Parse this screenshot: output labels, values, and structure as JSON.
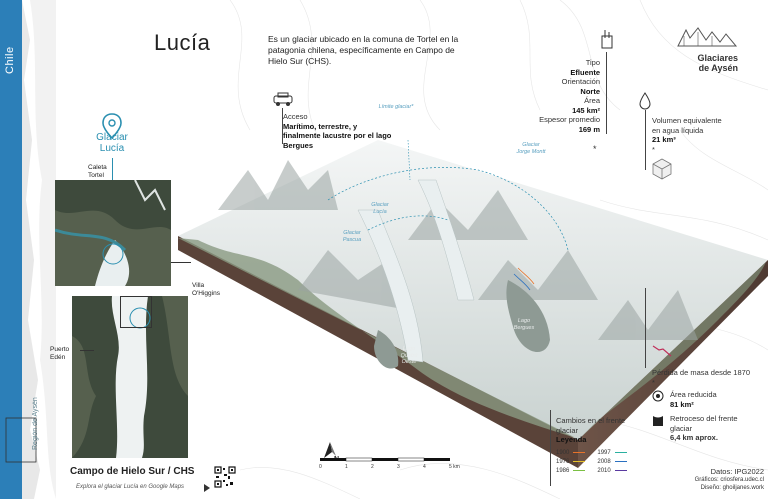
{
  "sidebar": {
    "country": "Chile",
    "region": "Región de Aysén"
  },
  "header": {
    "title": "Lucía",
    "description": "Es un glaciar ubicado en la comuna de Tortel en la patagonia chilena, específicamente en Campo de Hielo Sur (CHS)."
  },
  "access": {
    "label": "Acceso",
    "value": "Marítimo, terrestre, y finalmente lacustre por el lago Bergues"
  },
  "properties": [
    {
      "label": "Tipo",
      "value": "Efluente"
    },
    {
      "label": "Orientación",
      "value": "Norte"
    },
    {
      "label": "Área",
      "value": "145 km²"
    },
    {
      "label": "Espesor promedio",
      "value": "169 m"
    }
  ],
  "asterisk": "*",
  "logo": {
    "line1": "Glaciares",
    "line2": "de Aysén"
  },
  "volume": {
    "label": "Volumen equivalente en agua líquida",
    "value": "21 km³",
    "asterisk": "*"
  },
  "mass_loss": {
    "label": "Pérdida de masa desde 1870",
    "asterisk": "*"
  },
  "area_reduced": {
    "label": "Área reducida",
    "value": "81 km²"
  },
  "retreat": {
    "label": "Retroceso del frente glaciar",
    "value": "6,4 km aprox."
  },
  "changes": {
    "label": "Cambios en el frente glaciar",
    "legend_title": "Leyenda",
    "years": [
      {
        "year": "1900",
        "color": "#e8732a"
      },
      {
        "year": "1976",
        "color": "#e8c22a"
      },
      {
        "year": "1986",
        "color": "#7bc043"
      },
      {
        "year": "1997",
        "color": "#2ab0a0"
      },
      {
        "year": "2008",
        "color": "#2a70c0"
      },
      {
        "year": "2010",
        "color": "#5a3aa0"
      }
    ]
  },
  "credits": {
    "source": "Datos: IPG2022",
    "graphics": "Gráficos: criosfera.udec.cl",
    "design": "Diseño: ghoiljanes.work"
  },
  "glacier_marker": {
    "line1": "Glaciar",
    "line2": "Lucía"
  },
  "places": {
    "caleta_tortel": "Caleta Tortel",
    "villa_ohiggins": "Villa O'Higgins",
    "puerto_eden": "Puerto Edén"
  },
  "icefield_title": "Campo de Hielo Sur / CHS",
  "explore_link": "Explora el glaciar Lucía en Google Maps",
  "terrain_labels": {
    "limite": "Límite glaciar*",
    "lucia": "Glaciar Lucía",
    "pascua": "Glaciar Pascua",
    "jorge_montt": "Glaciar Jorge Montt",
    "lago_bergues": "Lago Bergues",
    "lago_quetru": "Lago Quetrú Oeste"
  },
  "compass": {
    "label": "N"
  },
  "scale_bar": {
    "ticks": [
      "0",
      "1",
      "2",
      "3",
      "4",
      "5 km"
    ]
  },
  "colors": {
    "accent": "#2a8fb0",
    "ocean": "#2c7fb8"
  }
}
